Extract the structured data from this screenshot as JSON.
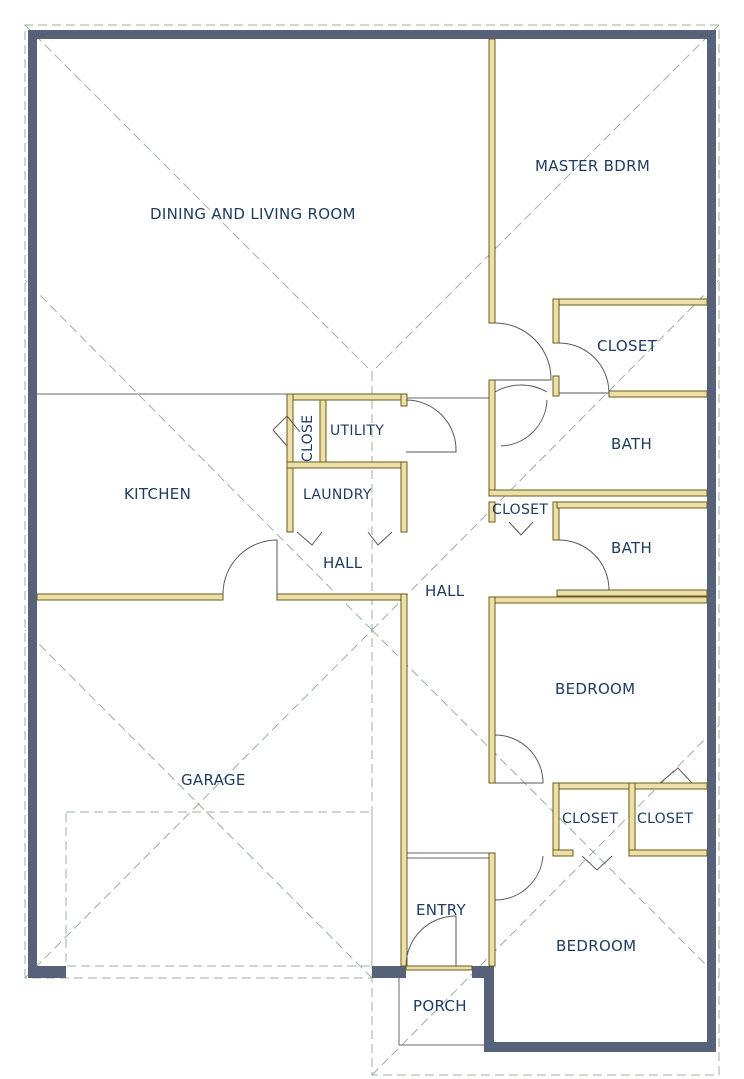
{
  "rooms": {
    "dining_living": "DINING AND LIVING ROOM",
    "master_bdrm": "MASTER BDRM",
    "closet_master": "CLOSET",
    "bath_master": "BATH",
    "utility": "UTILITY",
    "close_vertical": "CLOSE",
    "kitchen": "KITCHEN",
    "laundry": "LAUNDRY",
    "closet_hall": "CLOSET",
    "bath_hall": "BATH",
    "hall_small": "HALL",
    "hall_main": "HALL",
    "garage": "GARAGE",
    "bedroom_1": "BEDROOM",
    "closet_a": "CLOSET",
    "closet_b": "CLOSET",
    "entry": "ENTRY",
    "bedroom_2": "BEDROOM",
    "porch": "PORCH"
  },
  "colors": {
    "exterior_wall": "#56627a",
    "interior_wall": "#ede0a6",
    "label": "#1e3a5f",
    "roofline": "#9cb09c"
  }
}
